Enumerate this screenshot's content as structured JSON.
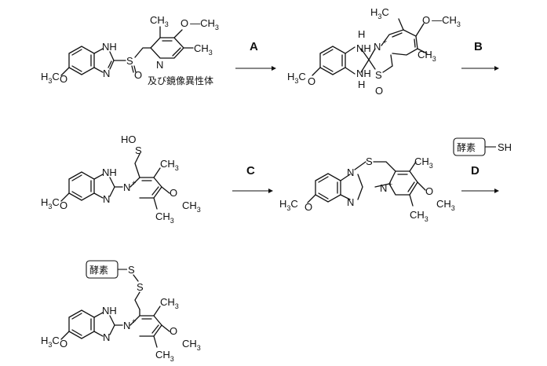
{
  "atoms": {
    "N": "N",
    "NH": "NH",
    "H": "H",
    "S": "S",
    "O": "O",
    "HO": "HO",
    "CH3": "CH",
    "CH3_sub": "3",
    "H3C": "H",
    "H3C_sub": "3",
    "H3C_tail": "C",
    "O_CH3": "O",
    "plus": "+"
  },
  "enantiomer_note": "及び鏡像異性体",
  "arrows": {
    "A": "A",
    "B": "B",
    "C": "C",
    "D": "D"
  },
  "enzyme": {
    "label": "酵素",
    "sh": "SH"
  }
}
